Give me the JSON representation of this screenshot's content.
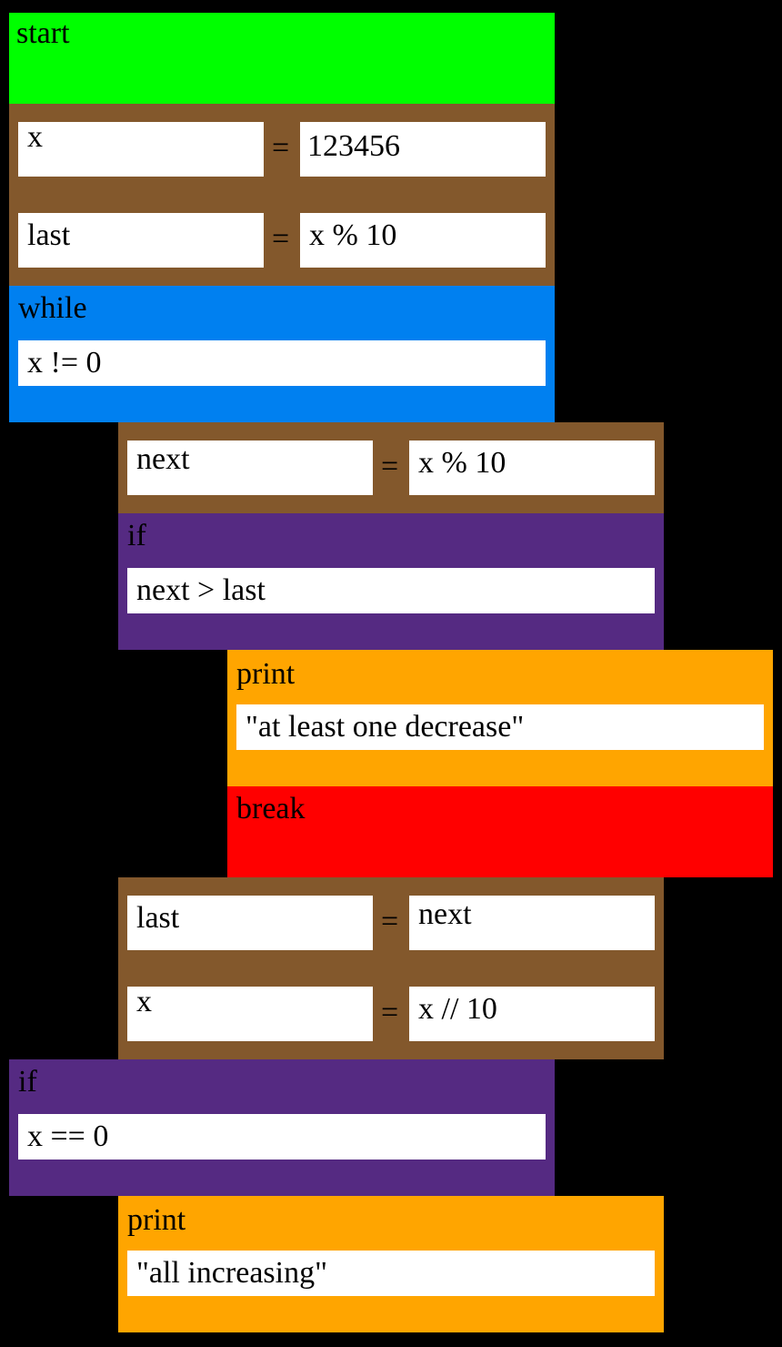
{
  "blocks": {
    "start": {
      "label": "start"
    },
    "assign1": {
      "rows": [
        {
          "target": "x",
          "op": "=",
          "value": "123456"
        },
        {
          "target": "last",
          "op": "=",
          "value": "x % 10"
        }
      ]
    },
    "while1": {
      "label": "while",
      "condition": "x != 0"
    },
    "assign2": {
      "rows": [
        {
          "target": "next",
          "op": "=",
          "value": "x % 10"
        }
      ]
    },
    "if1": {
      "label": "if",
      "condition": "next > last"
    },
    "print1": {
      "label": "print",
      "value": "\"at least one decrease\""
    },
    "break1": {
      "label": "break"
    },
    "assign3": {
      "rows": [
        {
          "target": "last",
          "op": "=",
          "value": "next"
        },
        {
          "target": "x",
          "op": "=",
          "value": "x // 10"
        }
      ]
    },
    "if2": {
      "label": "if",
      "condition": "x == 0"
    },
    "print2": {
      "label": "print",
      "value": "\"all increasing\""
    }
  },
  "colors": {
    "background": "#000000",
    "start": "#00ff00",
    "assign": "#83582c",
    "while": "#0080f0",
    "if": "#552a82",
    "print": "#ffa500",
    "break": "#ff0000",
    "field": "#ffffff"
  }
}
